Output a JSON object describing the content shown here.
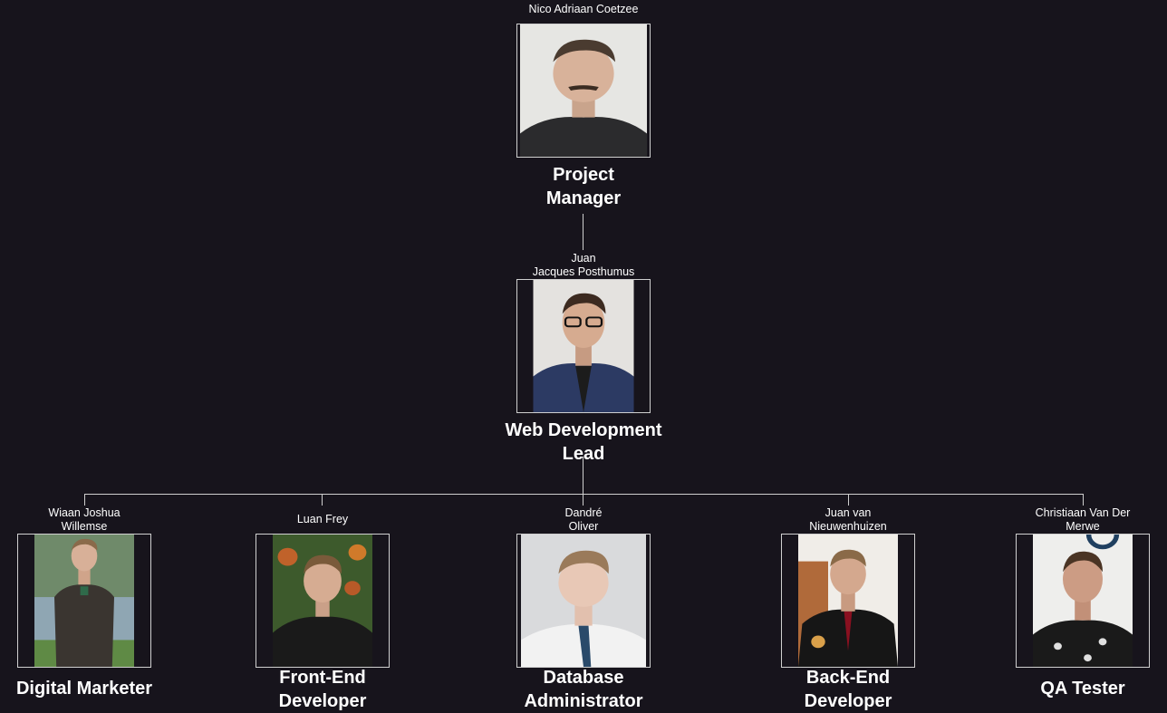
{
  "org_chart": {
    "manager": {
      "name": "Nico Adriaan Coetzee",
      "role": "Project\nManager"
    },
    "lead": {
      "name": "Juan\nJacques Posthumus",
      "role": "Web Development\nLead"
    },
    "team": [
      {
        "name": "Wiaan Joshua\nWillemse",
        "role": "Digital Marketer"
      },
      {
        "name": "Luan Frey",
        "role": "Front-End\nDeveloper"
      },
      {
        "name": "Dandré\nOliver",
        "role": "Database\nAdministrator"
      },
      {
        "name": "Juan van\nNieuwenhuizen",
        "role": "Back-End\nDeveloper"
      },
      {
        "name": "Christiaan Van Der\nMerwe",
        "role": "QA Tester"
      }
    ]
  },
  "colors": {
    "background": "#17141c",
    "line": "#cfcfcf",
    "text": "#ffffff"
  }
}
